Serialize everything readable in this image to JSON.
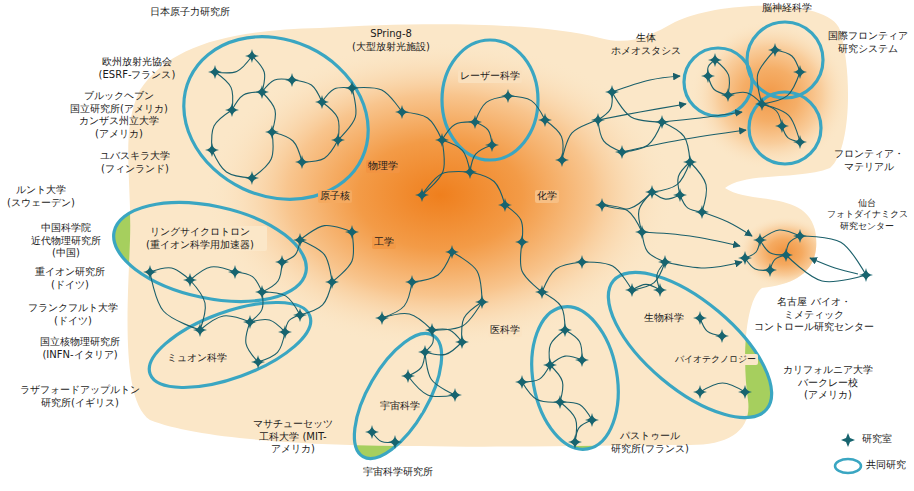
{
  "diagram": {
    "labels": [
      "日本原子力研究所",
      "SPring-8 (大型放射光施設)",
      "欧州放射光協会 (ESRF-フランス)",
      "ブルックヘブン 国立研究所(アメリカ) カンザス州立大学 (アメリカ)",
      "ユバスキラ大学 (フィンランド)",
      "ルント大学 (スウェーデン)",
      "リングサイクロトロン (重イオン科学用加速器)",
      "中国科学院 近代物理研究所 (中国)",
      "重イオン研究所 (ドイツ)",
      "フランクフルト大学 (ドイツ)",
      "国立核物理研究所 (INFN-イタリア)",
      "ラザフォードアップルトン 研究所(イギリス)",
      "マサチューセッツ 工科大学 (MIT-アメリカ)",
      "宇宙科学研究所",
      "パストゥール 研究所(フランス)",
      "カリフォルニア大学 バークレー校 (アメリカ)",
      "名古屋 バイオ・ミメティック コントロール研究センター",
      "仙台 フォトダイナミクス 研究センター",
      "国際フロンティア 研究システム",
      "フロンティア・ マテリアル",
      "脳神経科学",
      "生体 ホメオスタシス",
      "レーザー科学",
      "物理学",
      "原子核",
      "化学",
      "工学",
      "生物科学",
      "医科学",
      "ミュオン科学",
      "宇宙科学",
      "バイオテクノロジー"
    ],
    "legend": [
      {
        "text": "研究室"
      },
      {
        "text": "共同研究"
      }
    ]
  }
}
